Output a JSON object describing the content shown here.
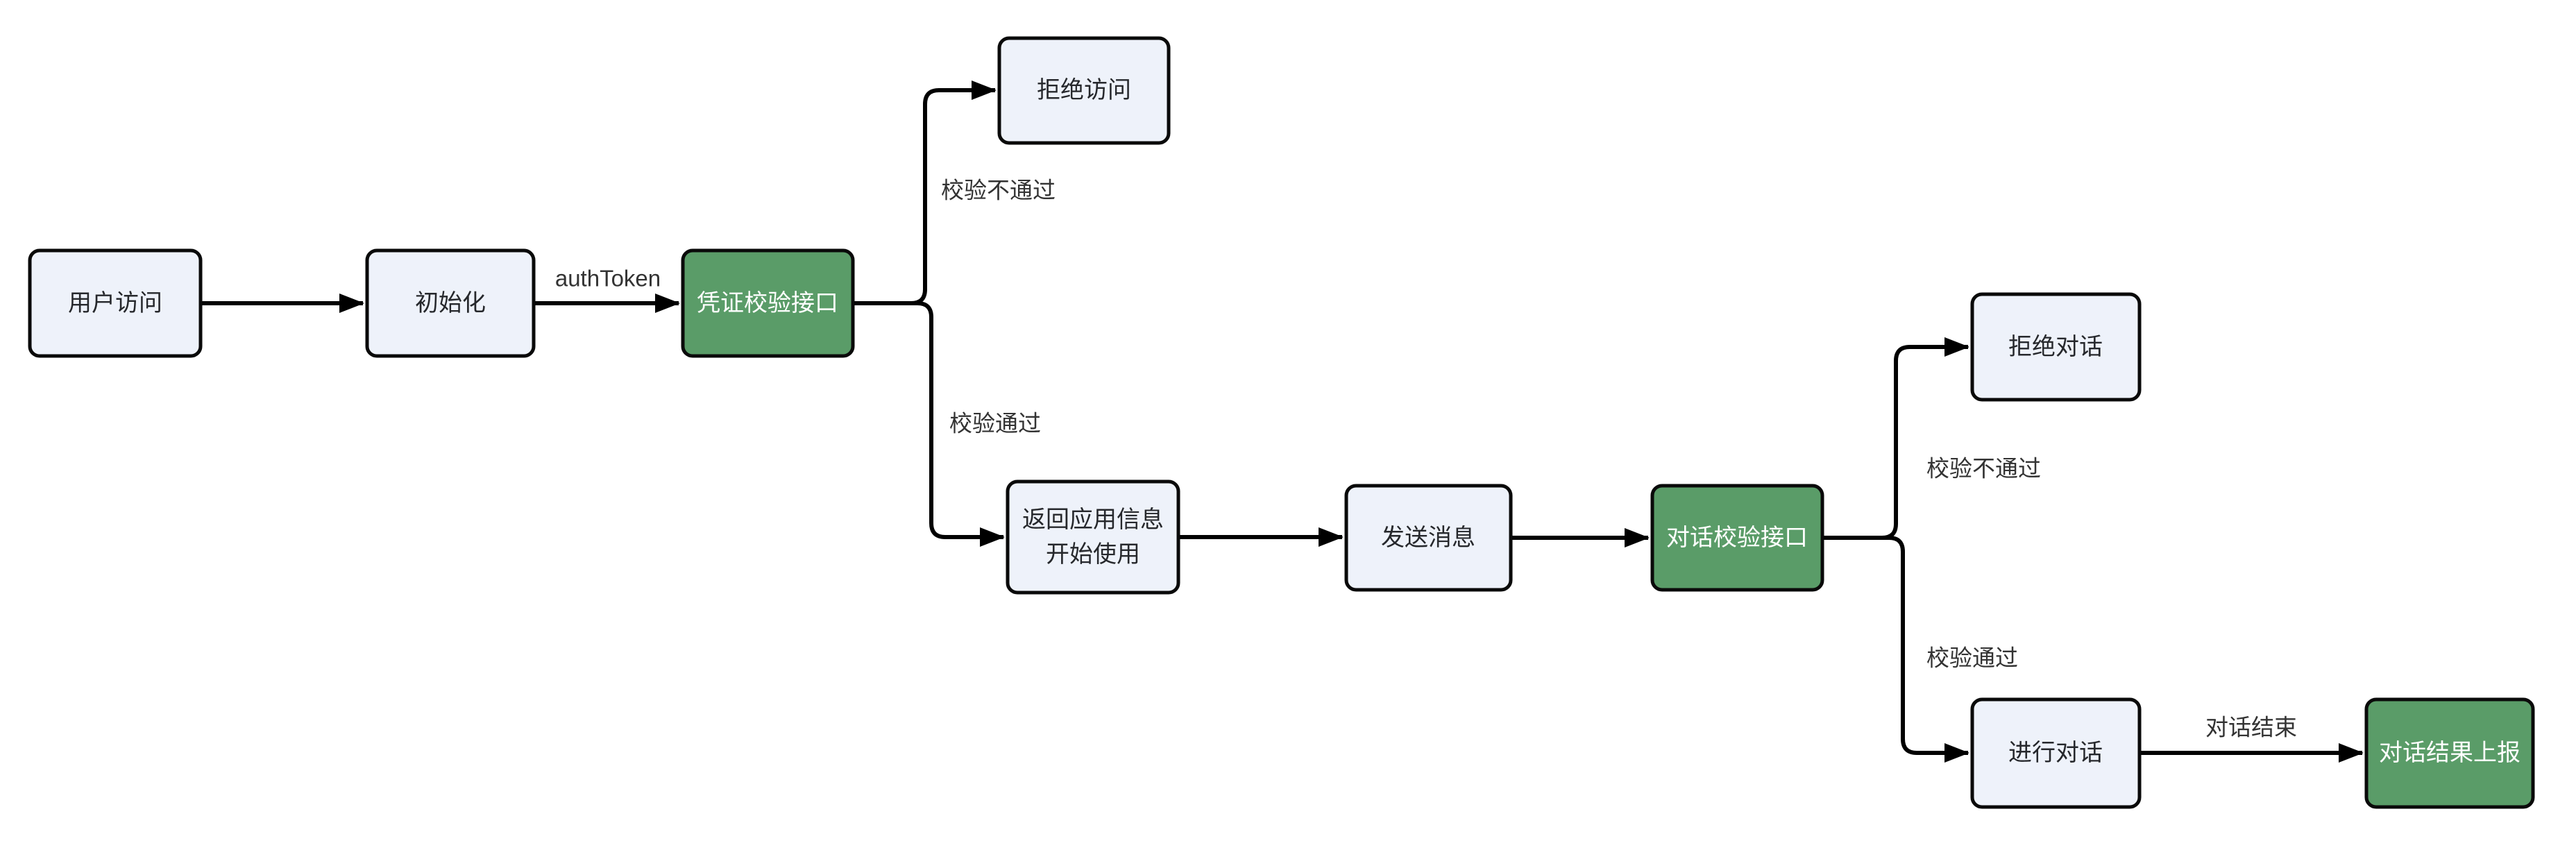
{
  "diagram_type": "flowchart",
  "colors": {
    "background": "#ffffff",
    "node_fill": "#eef2fa",
    "node_border": "#0a0a0a",
    "node_text": "#26282c",
    "accent_node_fill": "#5a9c68",
    "accent_node_text": "#ffffff",
    "edge_stroke": "#000000",
    "edge_label_text": "#333333"
  },
  "nodes": {
    "user_access": {
      "label": "用户访问",
      "style": "plain"
    },
    "init": {
      "label": "初始化",
      "style": "plain"
    },
    "credential_check": {
      "label": "凭证校验接口",
      "style": "accent"
    },
    "deny_access": {
      "label": "拒绝访问",
      "style": "plain"
    },
    "return_app_info": {
      "line1": "返回应用信息",
      "line2": "开始使用",
      "style": "plain"
    },
    "send_message": {
      "label": "发送消息",
      "style": "plain"
    },
    "dialog_check": {
      "label": "对话校验接口",
      "style": "accent"
    },
    "deny_dialog": {
      "label": "拒绝对话",
      "style": "plain"
    },
    "do_dialog": {
      "label": "进行对话",
      "style": "plain"
    },
    "report_result": {
      "label": "对话结果上报",
      "style": "accent"
    }
  },
  "edge_labels": {
    "auth_token": "authToken",
    "credential_fail": "校验不通过",
    "credential_pass": "校验通过",
    "dialog_fail": "校验不通过",
    "dialog_pass": "校验通过",
    "dialog_end": "对话结束"
  }
}
